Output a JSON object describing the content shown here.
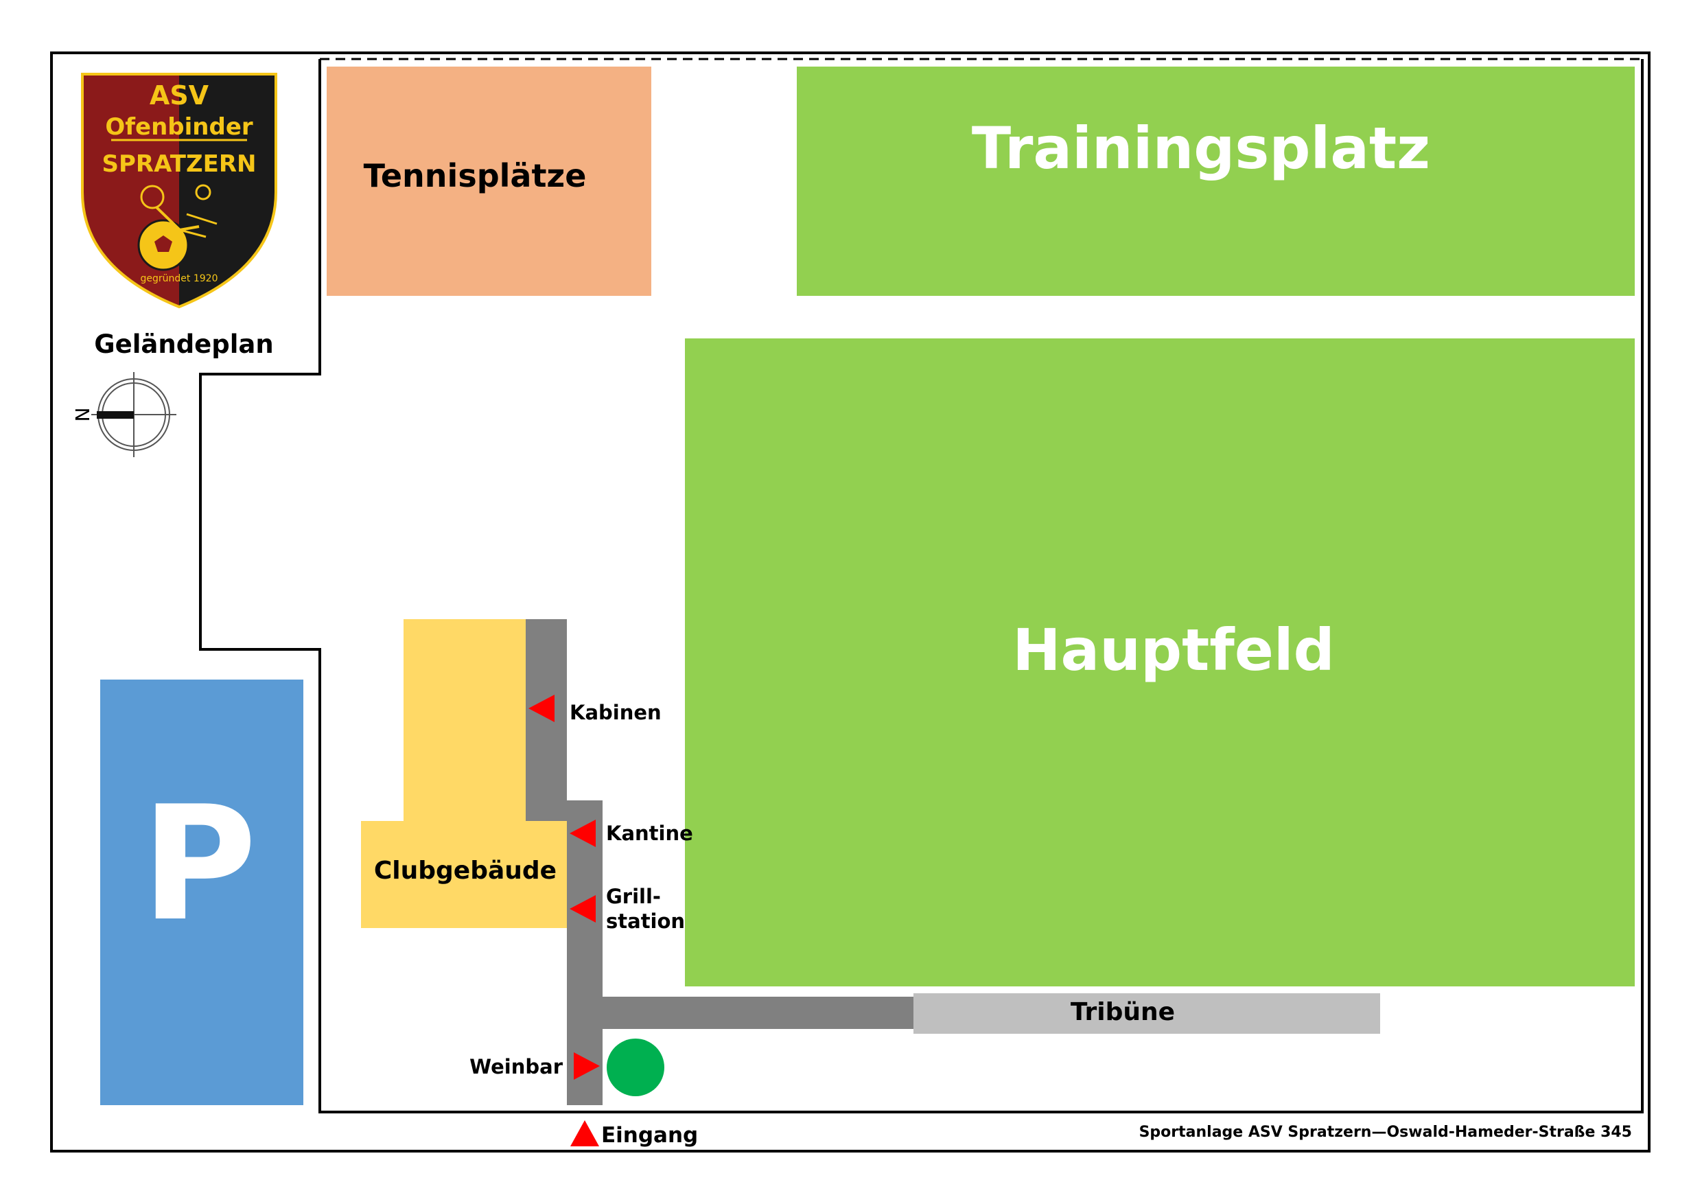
{
  "logo": {
    "line1": "ASV",
    "line2": "Ofenbinder",
    "line3": "SPRATZERN",
    "founded": "gegründet 1920"
  },
  "title": "Geländeplan",
  "compass": {
    "label": "N"
  },
  "areas": {
    "tennis": "Tennisplätze",
    "training": "Trainingsplatz",
    "main_field": "Hauptfeld",
    "parking": "P",
    "club_building": "Clubgebäude",
    "grandstand": "Tribüne"
  },
  "markers": {
    "cabins": "Kabinen",
    "canteen": "Kantine",
    "grill_line1": "Grill-",
    "grill_line2": "station",
    "wine_bar": "Weinbar",
    "entrance": "Eingang"
  },
  "footer": "Sportanlage ASV Spratzern—Oswald-Hameder-Straße 345",
  "colors": {
    "tennis": "#f4b183",
    "field": "#92d050",
    "parking": "#5b9bd5",
    "building": "#ffd966",
    "path": "#808080",
    "grandstand": "#bfbfbf",
    "marker": "#ff0000",
    "dot": "#00b050",
    "logo_red": "#8b1a1a",
    "logo_gold": "#f5c518"
  },
  "icons": {
    "marker": "triangle-marker-icon",
    "compass": "compass-icon",
    "logo": "club-crest-icon",
    "dot": "green-dot-icon"
  }
}
